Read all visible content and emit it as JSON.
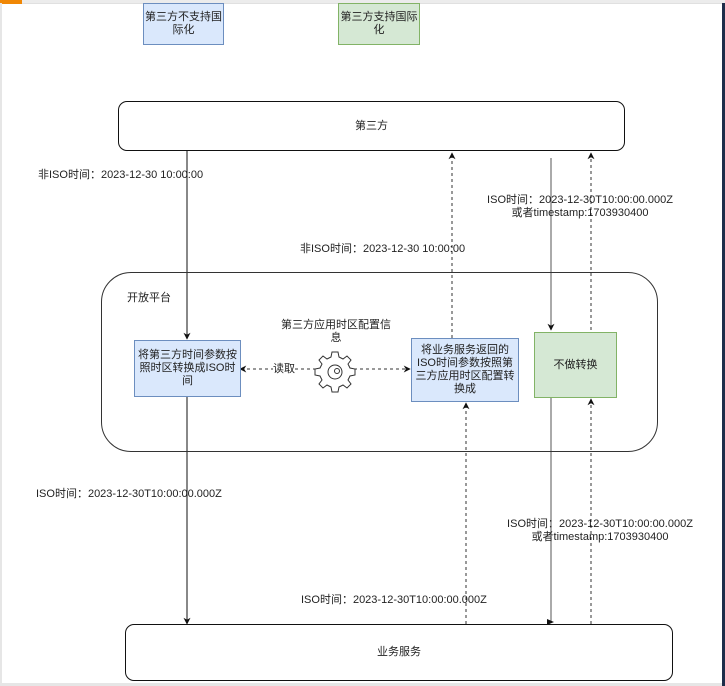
{
  "legend": {
    "unsupported_i18n": "第三方不支持国际化",
    "supported_i18n": "第三方支持国际化"
  },
  "nodes": {
    "third_party": "第三方",
    "open_platform": "开放平台",
    "convert_to_iso": "将第三方时间参数按照时区转换成ISO时间",
    "timezone_config": "第三方应用时区配置信息",
    "convert_back": "将业务服务返回的ISO时间参数按照第三方应用时区配置转换成",
    "no_convert": "不做转换",
    "business_service": "业务服务"
  },
  "edge_labels": {
    "non_iso_in": "非ISO时间：2023-12-30 10:00:00",
    "non_iso_out": "非ISO时间：2023-12-30 10:00:00",
    "iso_in_line1": "ISO时间：2023-12-30T10:00:00.000Z",
    "iso_in_line2": "或者timestamp:1703930400",
    "read": "读取",
    "iso_to_service": "ISO时间：2023-12-30T10:00:00.000Z",
    "iso_from_service": "ISO时间：2023-12-30T10:00:00.000Z",
    "iso_passthrough_line1": "ISO时间：2023-12-30T10:00:00.000Z",
    "iso_passthrough_line2": "或者timestamp:1703930400"
  },
  "colors": {
    "blue_fill": "#dae8fc",
    "blue_stroke": "#6c8ebf",
    "green_fill": "#d5e8d4",
    "green_stroke": "#82b366",
    "accent": "#f08705"
  }
}
